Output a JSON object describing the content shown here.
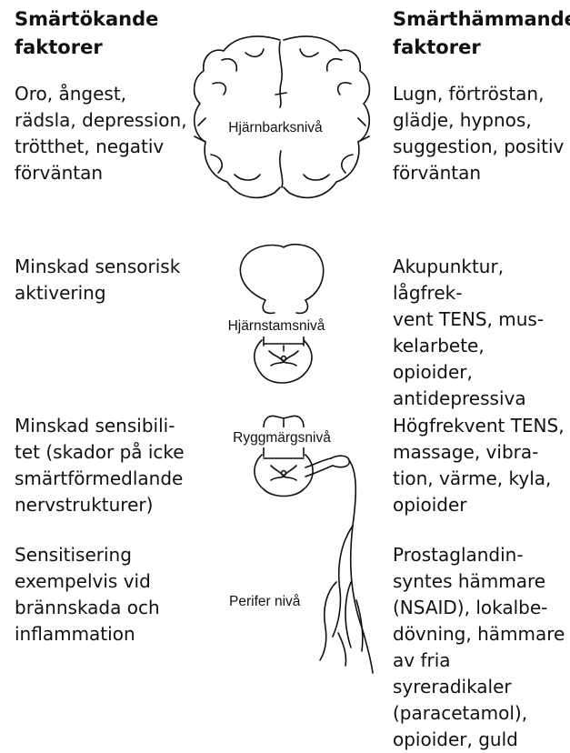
{
  "headers": {
    "left": "Smärtökande\nfaktorer",
    "right": "Smärthämmande\nfaktorer"
  },
  "left_factors": [
    "Oro, ångest,\nrädsla, depression,\ntrötthet, negativ\nförväntan",
    "Minskad sensorisk\naktivering",
    "Minskad sensibili-\ntet (skador på icke\nsmärtförmedlande\nnervstrukturer)",
    "Sensitisering\nexempelvis vid\nbrännskada och\ninflammation"
  ],
  "right_factors": [
    "Lugn, förtröstan,\nglädje, hypnos,\nsuggestion, positiv\nförväntan",
    "Akupunktur, lågfrek-\nvent TENS, mus-\nkelarbete, opioider,\nantidepressiva",
    "Högfrekvent TENS,\nmassage, vibra-\ntion, värme, kyla,\nopioider",
    "Prostaglandin-\nsyntes hämmare\n(NSAID), lokalbe-\ndövning, hämmare\nav fria syreradikaler\n(paracetamol),\nopioider, guld"
  ],
  "levels": {
    "cortex": "Hjärnbarksnivå",
    "brainstem": "Hjärnstamsnivå",
    "spinal": "Ryggmärgsnivå",
    "peripheral": "Perifer nivå"
  },
  "colors": {
    "ink": "#111111",
    "background": "#ffffff"
  }
}
